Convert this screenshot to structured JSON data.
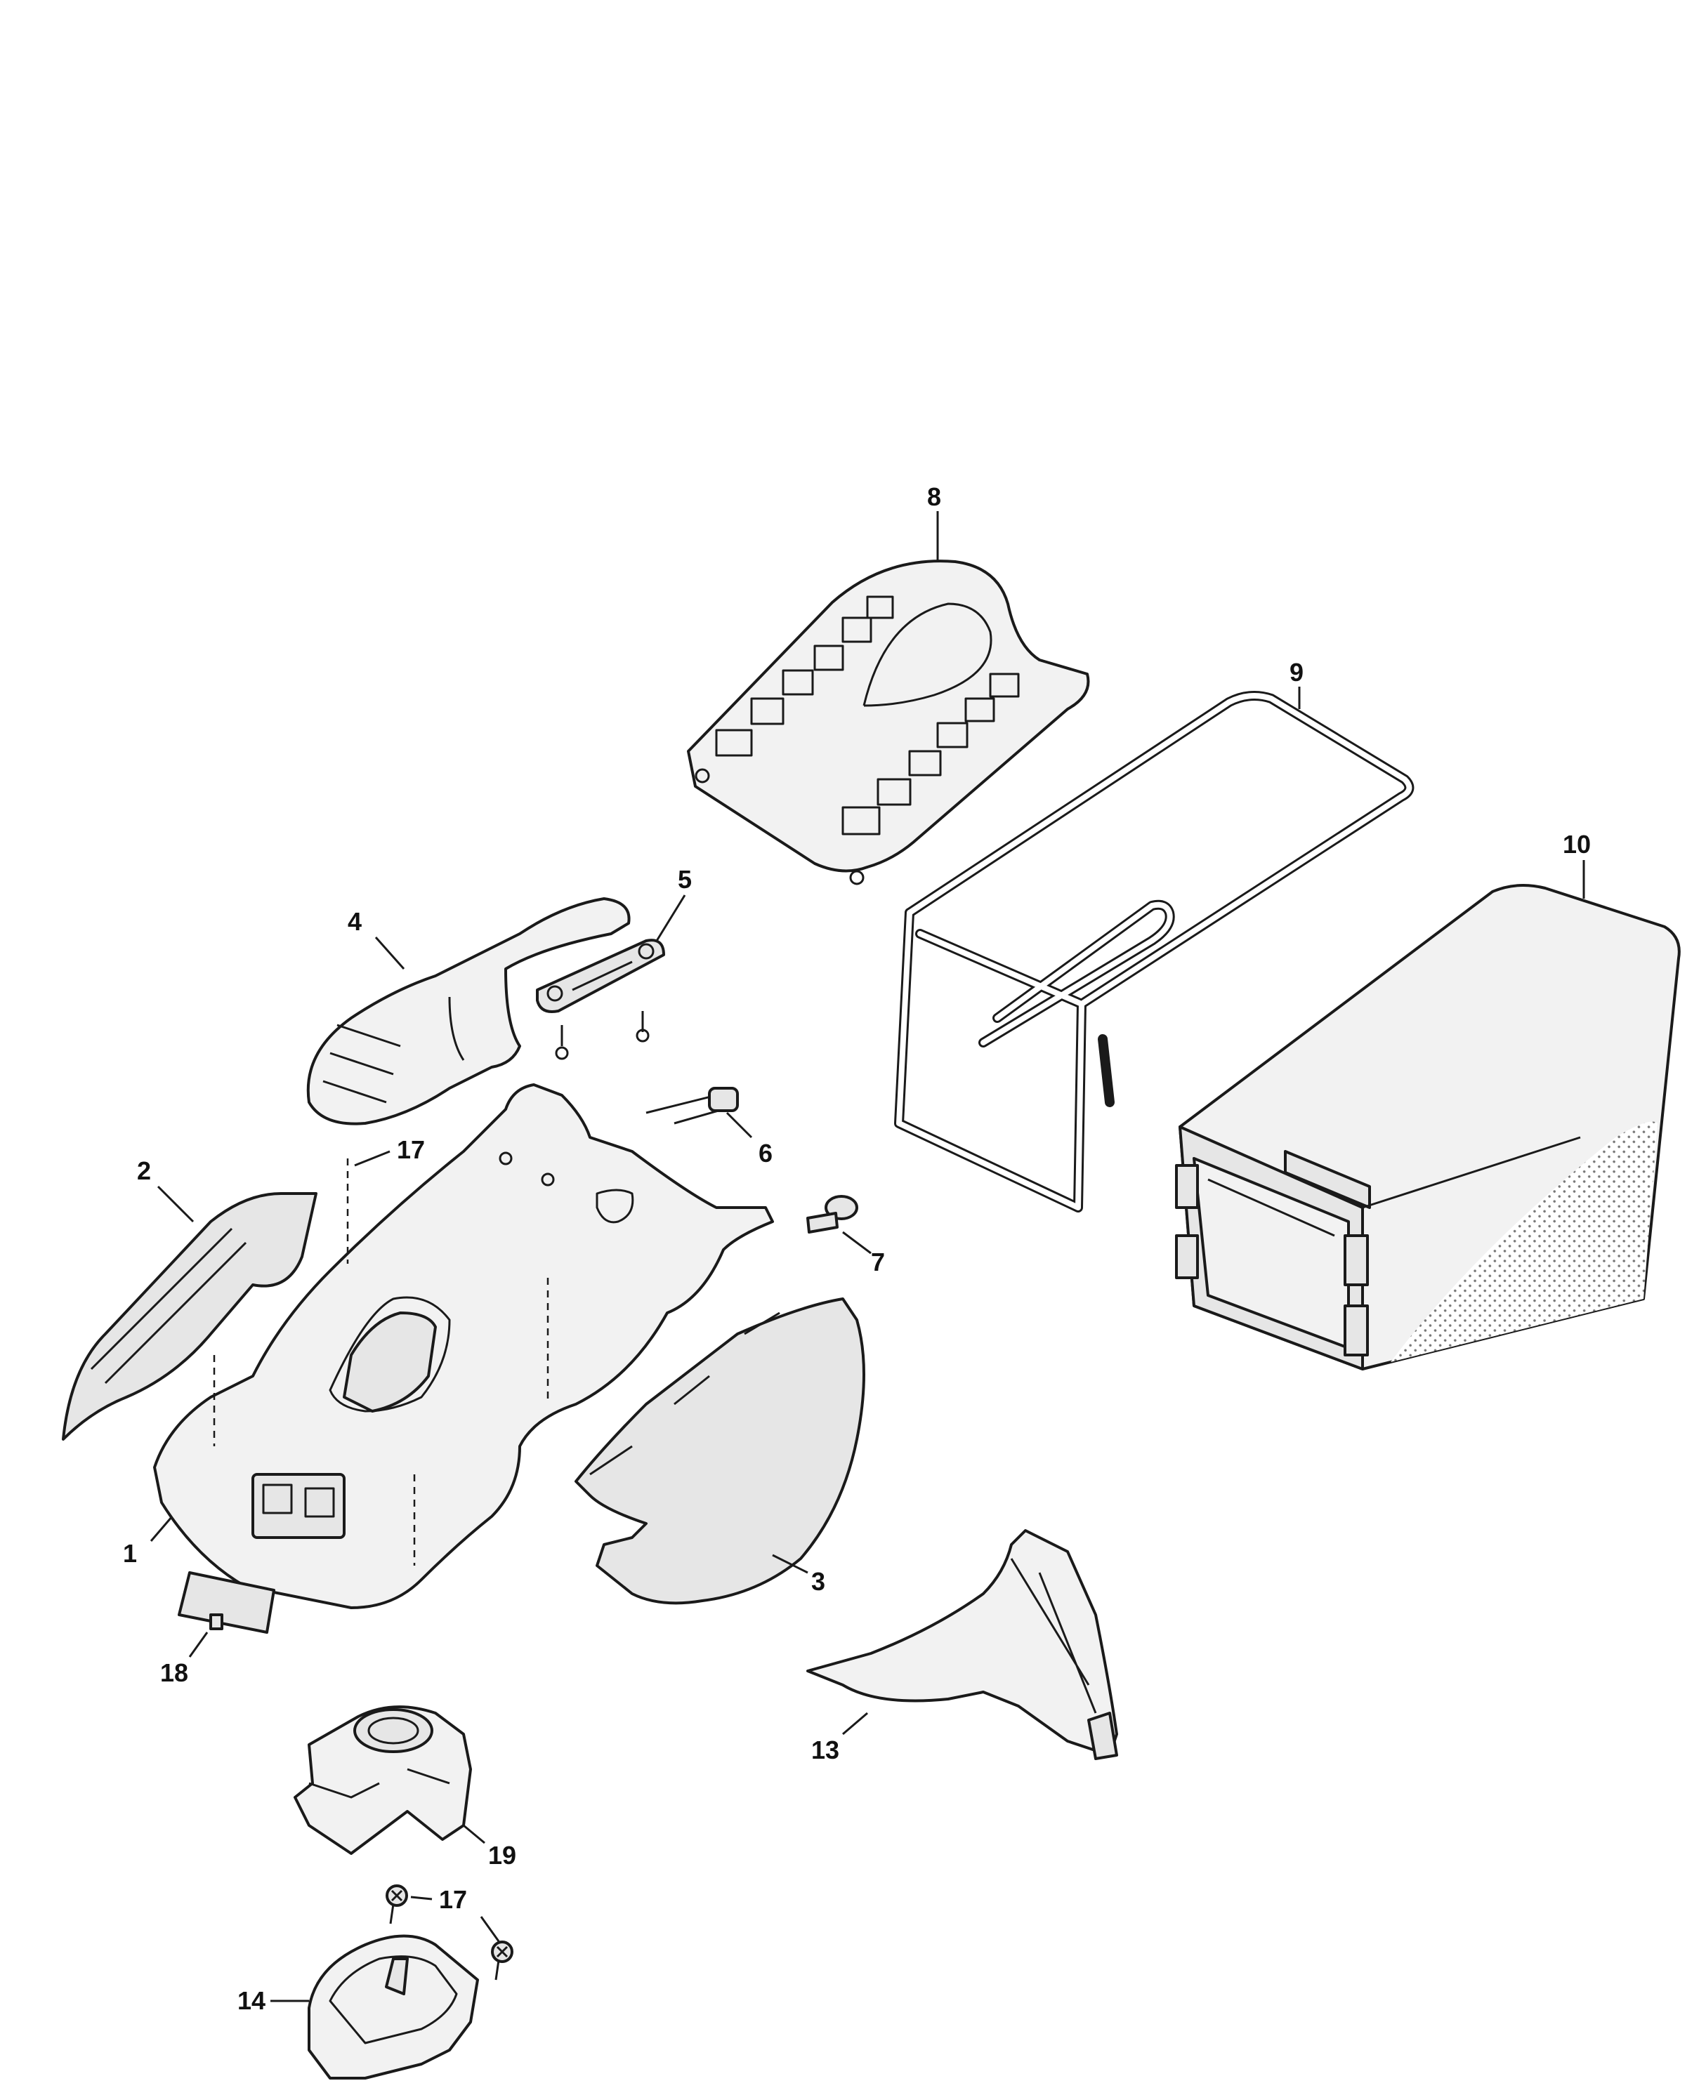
{
  "diagram": {
    "callouts": [
      {
        "id": "c8",
        "label": "8"
      },
      {
        "id": "c9",
        "label": "9"
      },
      {
        "id": "c10",
        "label": "10"
      },
      {
        "id": "c4",
        "label": "4"
      },
      {
        "id": "c5",
        "label": "5"
      },
      {
        "id": "c6",
        "label": "6"
      },
      {
        "id": "c17a",
        "label": "17"
      },
      {
        "id": "c2",
        "label": "2"
      },
      {
        "id": "c7",
        "label": "7"
      },
      {
        "id": "c1",
        "label": "1"
      },
      {
        "id": "c3",
        "label": "3"
      },
      {
        "id": "c18",
        "label": "18"
      },
      {
        "id": "c13",
        "label": "13"
      },
      {
        "id": "c19",
        "label": "19"
      },
      {
        "id": "c17b",
        "label": "17"
      },
      {
        "id": "c14",
        "label": "14"
      }
    ]
  }
}
